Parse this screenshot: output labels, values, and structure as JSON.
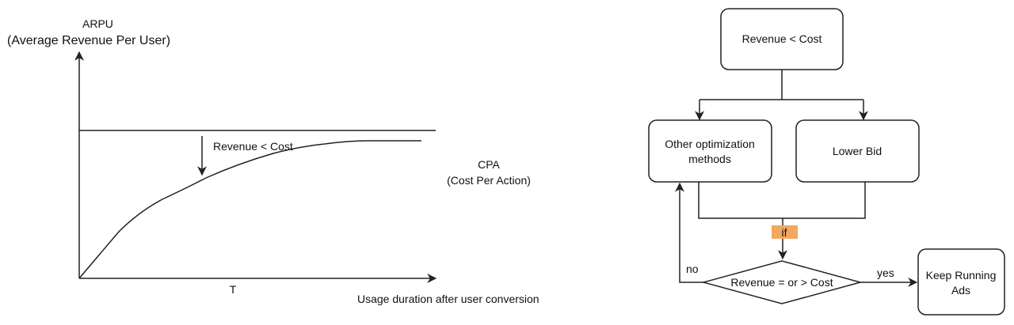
{
  "graph": {
    "y_axis_label": "ARPU",
    "y_axis_sublabel": "(Average Revenue Per User)",
    "gap_label": "Revenue < Cost",
    "cpa_label": "CPA",
    "cpa_sublabel": "(Cost Per Action)",
    "t_label": "T",
    "x_axis_label": "Usage duration after user conversion"
  },
  "flow": {
    "start": "Revenue < Cost",
    "other_line1": "Other optimization",
    "other_line2": "methods",
    "lower_bid": "Lower Bid",
    "if_label": "if",
    "decision": "Revenue = or > Cost",
    "no_label": "no",
    "yes_label": "yes",
    "keep_line1": "Keep Running",
    "keep_line2": "Ads",
    "if_color": "#f4a762"
  }
}
